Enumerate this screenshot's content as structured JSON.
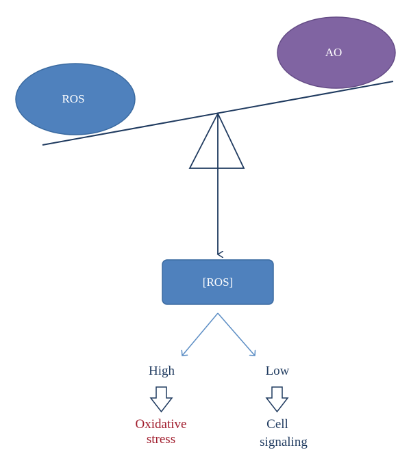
{
  "diagram": {
    "ros_ellipse_label": "ROS",
    "ao_ellipse_label": "AO",
    "ros_box_label": "[ROS]",
    "high": {
      "label": "High",
      "outcome_line1": "Oxidative",
      "outcome_line2": "stress"
    },
    "low": {
      "label": "Low",
      "outcome_line1": "Cell",
      "outcome_line2": "signaling"
    }
  },
  "colors": {
    "ros_ellipse": "#4f81bd",
    "ao_ellipse": "#8064a2",
    "box": "#4f81bd",
    "lines": "#1f3a5f",
    "thin_arrows": "#5b8dc4",
    "oxidative_text": "#a01c2c",
    "signaling_text": "#1f3a5f"
  }
}
